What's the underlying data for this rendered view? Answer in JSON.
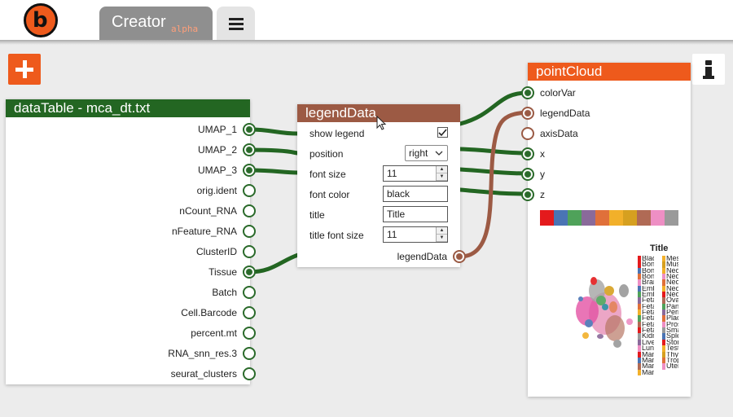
{
  "app": {
    "title": "Creator",
    "badge": "alpha"
  },
  "colors": {
    "accent": "#ee5a1c",
    "data_table_head": "#236622",
    "legend_head": "#9c5a44",
    "wire_green": "#236622",
    "wire_brown": "#9c5a44"
  },
  "toolbar": {
    "add_icon": "plus-icon",
    "info_icon": "info-icon",
    "menu_icon": "hamburger-icon"
  },
  "data_table": {
    "title": "dataTable - mca_dt.txt",
    "ports": [
      {
        "label": "UMAP_1",
        "connected": true
      },
      {
        "label": "UMAP_2",
        "connected": true
      },
      {
        "label": "UMAP_3",
        "connected": true
      },
      {
        "label": "orig.ident",
        "connected": false
      },
      {
        "label": "nCount_RNA",
        "connected": false
      },
      {
        "label": "nFeature_RNA",
        "connected": false
      },
      {
        "label": "ClusterID",
        "connected": false
      },
      {
        "label": "Tissue",
        "connected": true
      },
      {
        "label": "Batch",
        "connected": false
      },
      {
        "label": "Cell.Barcode",
        "connected": false
      },
      {
        "label": "percent.mt",
        "connected": false
      },
      {
        "label": "RNA_snn_res.3",
        "connected": false
      },
      {
        "label": "seurat_clusters",
        "connected": false
      }
    ]
  },
  "legend_data": {
    "title": "legendData",
    "fields": {
      "show_legend": {
        "label": "show legend",
        "checked": true
      },
      "position": {
        "label": "position",
        "value": "right"
      },
      "font_size": {
        "label": "font size",
        "value": "11"
      },
      "font_color": {
        "label": "font color",
        "value": "black"
      },
      "title": {
        "label": "title",
        "value": "Title"
      },
      "title_font_size": {
        "label": "title font size",
        "value": "11"
      }
    },
    "output_port": "legendData"
  },
  "point_cloud": {
    "title": "pointCloud",
    "ports": [
      {
        "label": "colorVar",
        "connected": true,
        "kind": "green"
      },
      {
        "label": "legendData",
        "connected": true,
        "kind": "brown"
      },
      {
        "label": "axisData",
        "connected": false,
        "kind": "brown"
      },
      {
        "label": "x",
        "connected": true,
        "kind": "green"
      },
      {
        "label": "y",
        "connected": true,
        "kind": "green"
      },
      {
        "label": "z",
        "connected": true,
        "kind": "green"
      }
    ],
    "palette": [
      "#e41a1c",
      "#4a74b4",
      "#4fa25a",
      "#8a6a9a",
      "#e0703a",
      "#f2b02a",
      "#d6a020",
      "#b06a55",
      "#ee8fc4",
      "#9a9a9a"
    ],
    "legend": {
      "title": "Title",
      "col1": [
        {
          "text": "Blad",
          "color": "#e41a1c"
        },
        {
          "text": "Bone",
          "color": "#e41a1c"
        },
        {
          "text": "Bone",
          "color": "#4a74b4"
        },
        {
          "text": "Bone",
          "color": "#e0703a"
        },
        {
          "text": "Brai",
          "color": "#ee8fc4"
        },
        {
          "text": "Emb",
          "color": "#4a74b4"
        },
        {
          "text": "Emb",
          "color": "#4fa25a"
        },
        {
          "text": "Feta",
          "color": "#8a6a9a"
        },
        {
          "text": "Feta",
          "color": "#e0703a"
        },
        {
          "text": "Feta",
          "color": "#f2b02a"
        },
        {
          "text": "Feta",
          "color": "#4fa25a"
        },
        {
          "text": "Feta",
          "color": "#b06a55"
        },
        {
          "text": "Feta",
          "color": "#e41a1c"
        },
        {
          "text": "Kidn",
          "color": "#9a9a9a"
        },
        {
          "text": "Live",
          "color": "#8a6a9a"
        },
        {
          "text": "Lung",
          "color": "#ee8fc4"
        },
        {
          "text": "Mam",
          "color": "#e41a1c"
        },
        {
          "text": "Mam",
          "color": "#4a74b4"
        },
        {
          "text": "Mam",
          "color": "#b06a55"
        },
        {
          "text": "Mam",
          "color": "#f2b02a"
        }
      ],
      "col2": [
        {
          "text": "Mese",
          "color": "#f2b02a"
        },
        {
          "text": "Musc",
          "color": "#d6a020"
        },
        {
          "text": "Neon",
          "color": "#f2b02a"
        },
        {
          "text": "Neon",
          "color": "#ee8fc4"
        },
        {
          "text": "Neon",
          "color": "#e0703a"
        },
        {
          "text": "Neon",
          "color": "#f2b02a"
        },
        {
          "text": "Neon",
          "color": "#e41a1c"
        },
        {
          "text": "Ovar",
          "color": "#b06a55"
        },
        {
          "text": "Panc",
          "color": "#4fa25a"
        },
        {
          "text": "Perit",
          "color": "#8a6a9a"
        },
        {
          "text": "Plac",
          "color": "#e0703a"
        },
        {
          "text": "Pros",
          "color": "#ee8fc4"
        },
        {
          "text": "Smal",
          "color": "#9a9a9a"
        },
        {
          "text": "Sple",
          "color": "#4a74b4"
        },
        {
          "text": "Stom",
          "color": "#e41a1c"
        },
        {
          "text": "Testi",
          "color": "#f2b02a"
        },
        {
          "text": "Thym",
          "color": "#d6a020"
        },
        {
          "text": "Trop",
          "color": "#e0703a"
        },
        {
          "text": "Uter",
          "color": "#ee8fc4"
        }
      ]
    }
  }
}
